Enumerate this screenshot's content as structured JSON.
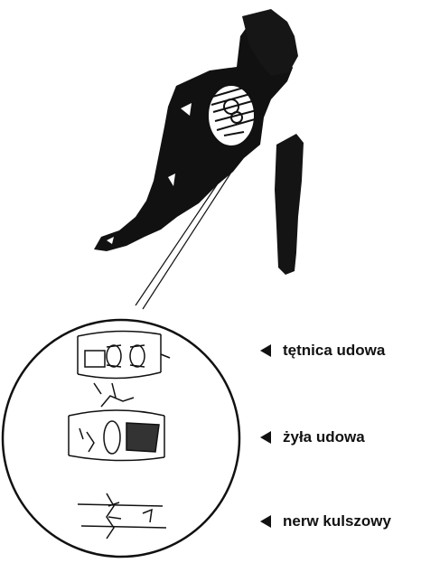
{
  "labels": {
    "artery": "tętnica udowa",
    "vein": "żyła udowa",
    "nerve": "nerw kulszowy"
  },
  "colors": {
    "ink": "#111111",
    "background": "#ffffff"
  }
}
